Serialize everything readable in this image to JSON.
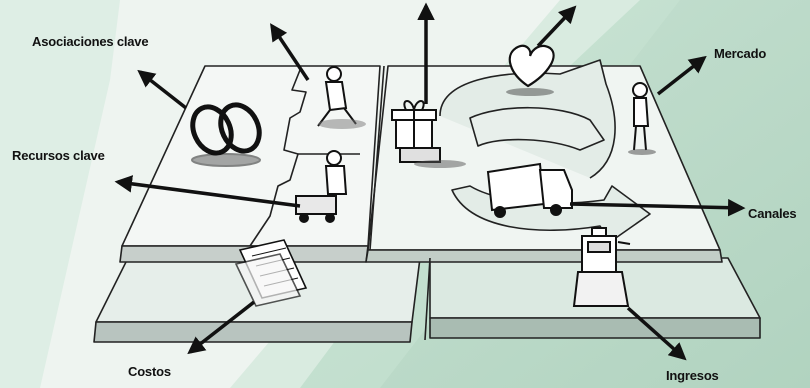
{
  "labels": {
    "asociaciones": "Asociaciones clave",
    "recursos": "Recursos clave",
    "costos": "Costos",
    "mercado": "Mercado",
    "canales": "Canales",
    "ingresos": "Ingresos"
  },
  "colors": {
    "background": "#eef4f0",
    "green_band": "#8fc3a6",
    "light_band": "#c9e4d4",
    "board_top": "#f4f7f5",
    "board_side": "#c7cfcb",
    "ink": "#111111"
  },
  "icons": [
    "rings-icon",
    "worker-icon",
    "gift-box-icon",
    "heart-icon",
    "customer-figure-icon",
    "delivery-truck-icon",
    "cash-register-icon",
    "documents-icon",
    "forklift-worker-icon"
  ]
}
